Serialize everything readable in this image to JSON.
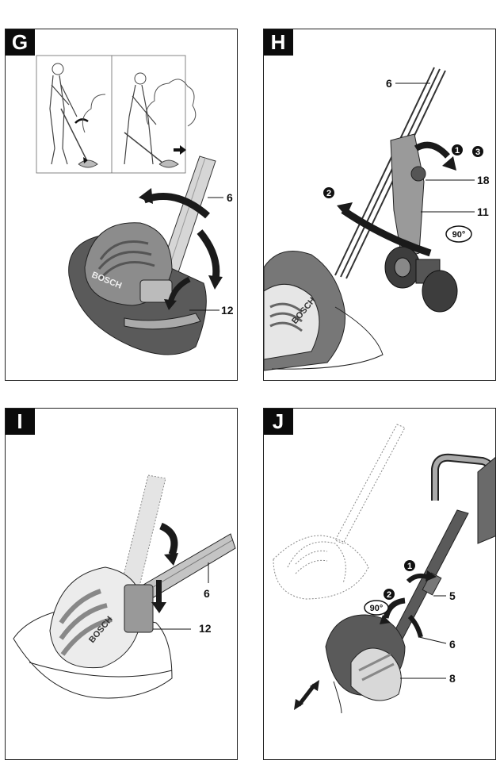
{
  "panels": [
    {
      "letter": "G",
      "callouts": [
        "6",
        "12"
      ],
      "brand": "BOSCH"
    },
    {
      "letter": "H",
      "callouts": [
        "6",
        "18",
        "11"
      ],
      "steps": [
        "1",
        "2",
        "3"
      ],
      "angle": "90°",
      "brand": "BOSCH"
    },
    {
      "letter": "I",
      "callouts": [
        "6",
        "12"
      ],
      "brand": "BOSCH"
    },
    {
      "letter": "J",
      "callouts": [
        "5",
        "6",
        "8"
      ],
      "steps": [
        "1",
        "2"
      ],
      "angle": "90°"
    }
  ],
  "colors": {
    "ink": "#111111",
    "housing_dark": "#5a5a5a",
    "housing_mid": "#8c8c8c",
    "housing_light": "#c8c8c8",
    "tag_bg": "#0b0b0b"
  }
}
